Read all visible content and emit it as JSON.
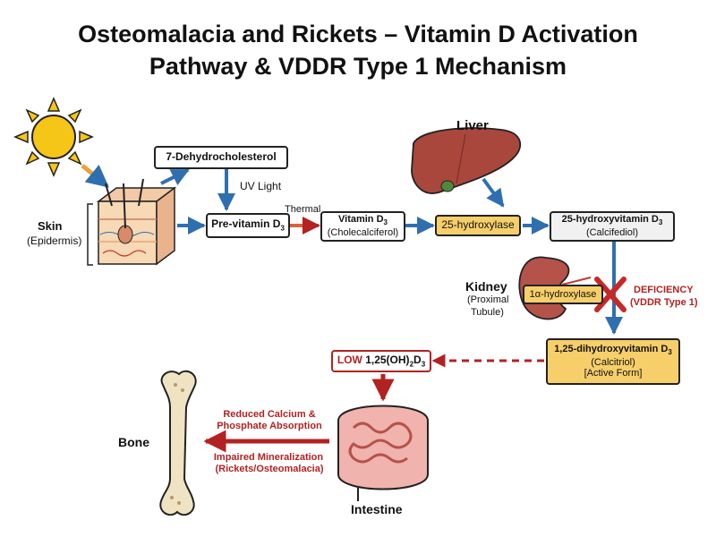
{
  "title": {
    "line1": "Osteomalacia and Rickets – Vitamin D Activation",
    "line2": "Pathway & VDDR Type 1 Mechanism"
  },
  "nodes": {
    "dehydrocholesterol": "7-Dehydrocholesterol",
    "uv_light": "UV Light",
    "skin": "Skin",
    "skin_sub": "(Epidermis)",
    "previtamin": "Pre-vitamin D",
    "previtamin_sub": "3",
    "thermal": "Thermal",
    "vitd3": "Vitamin D",
    "vitd3_sub": "3",
    "vitd3_paren": "(Cholecalciferol)",
    "liver": "Liver",
    "hydroxylase25": "25-hydroxylase",
    "calcifediol": "25-hydroxyvitamin D",
    "calcifediol_sub": "3",
    "calcifediol_paren": "(Calcifediol)",
    "kidney": "Kidney",
    "kidney_sub1": "(Proximal",
    "kidney_sub2": "Tubule)",
    "hydroxylase1a": "1α-hydroxylase",
    "deficiency1": "DEFICIENCY",
    "deficiency2": "(VDDR Type 1)",
    "calcitriol": "1,25-dihydroxyvitamin D",
    "calcitriol_sub": "3",
    "calcitriol_paren": "(Calcitriol)",
    "calcitriol_active": "[Active Form]",
    "low_word": "LOW",
    "low_formula_a": "1,25(OH)",
    "low_formula_b": "2",
    "low_formula_c": "D",
    "low_formula_d": "3",
    "intestine": "Intestine",
    "bone": "Bone",
    "reduced1": "Reduced Calcium &",
    "reduced2": "Phosphate Absorption",
    "impaired1": "Impaired Mineralization",
    "impaired2": "(Rickets/Osteomalacia)"
  },
  "colors": {
    "arrow_blue": "#2f6fb0",
    "arrow_red": "#b22222",
    "box_yellow": "#f6cf6a",
    "sun": "#f5c518",
    "liver": "#a9473d",
    "kidney": "#b5524a",
    "bone": "#efe3c4",
    "intestine": "#e59a95"
  }
}
